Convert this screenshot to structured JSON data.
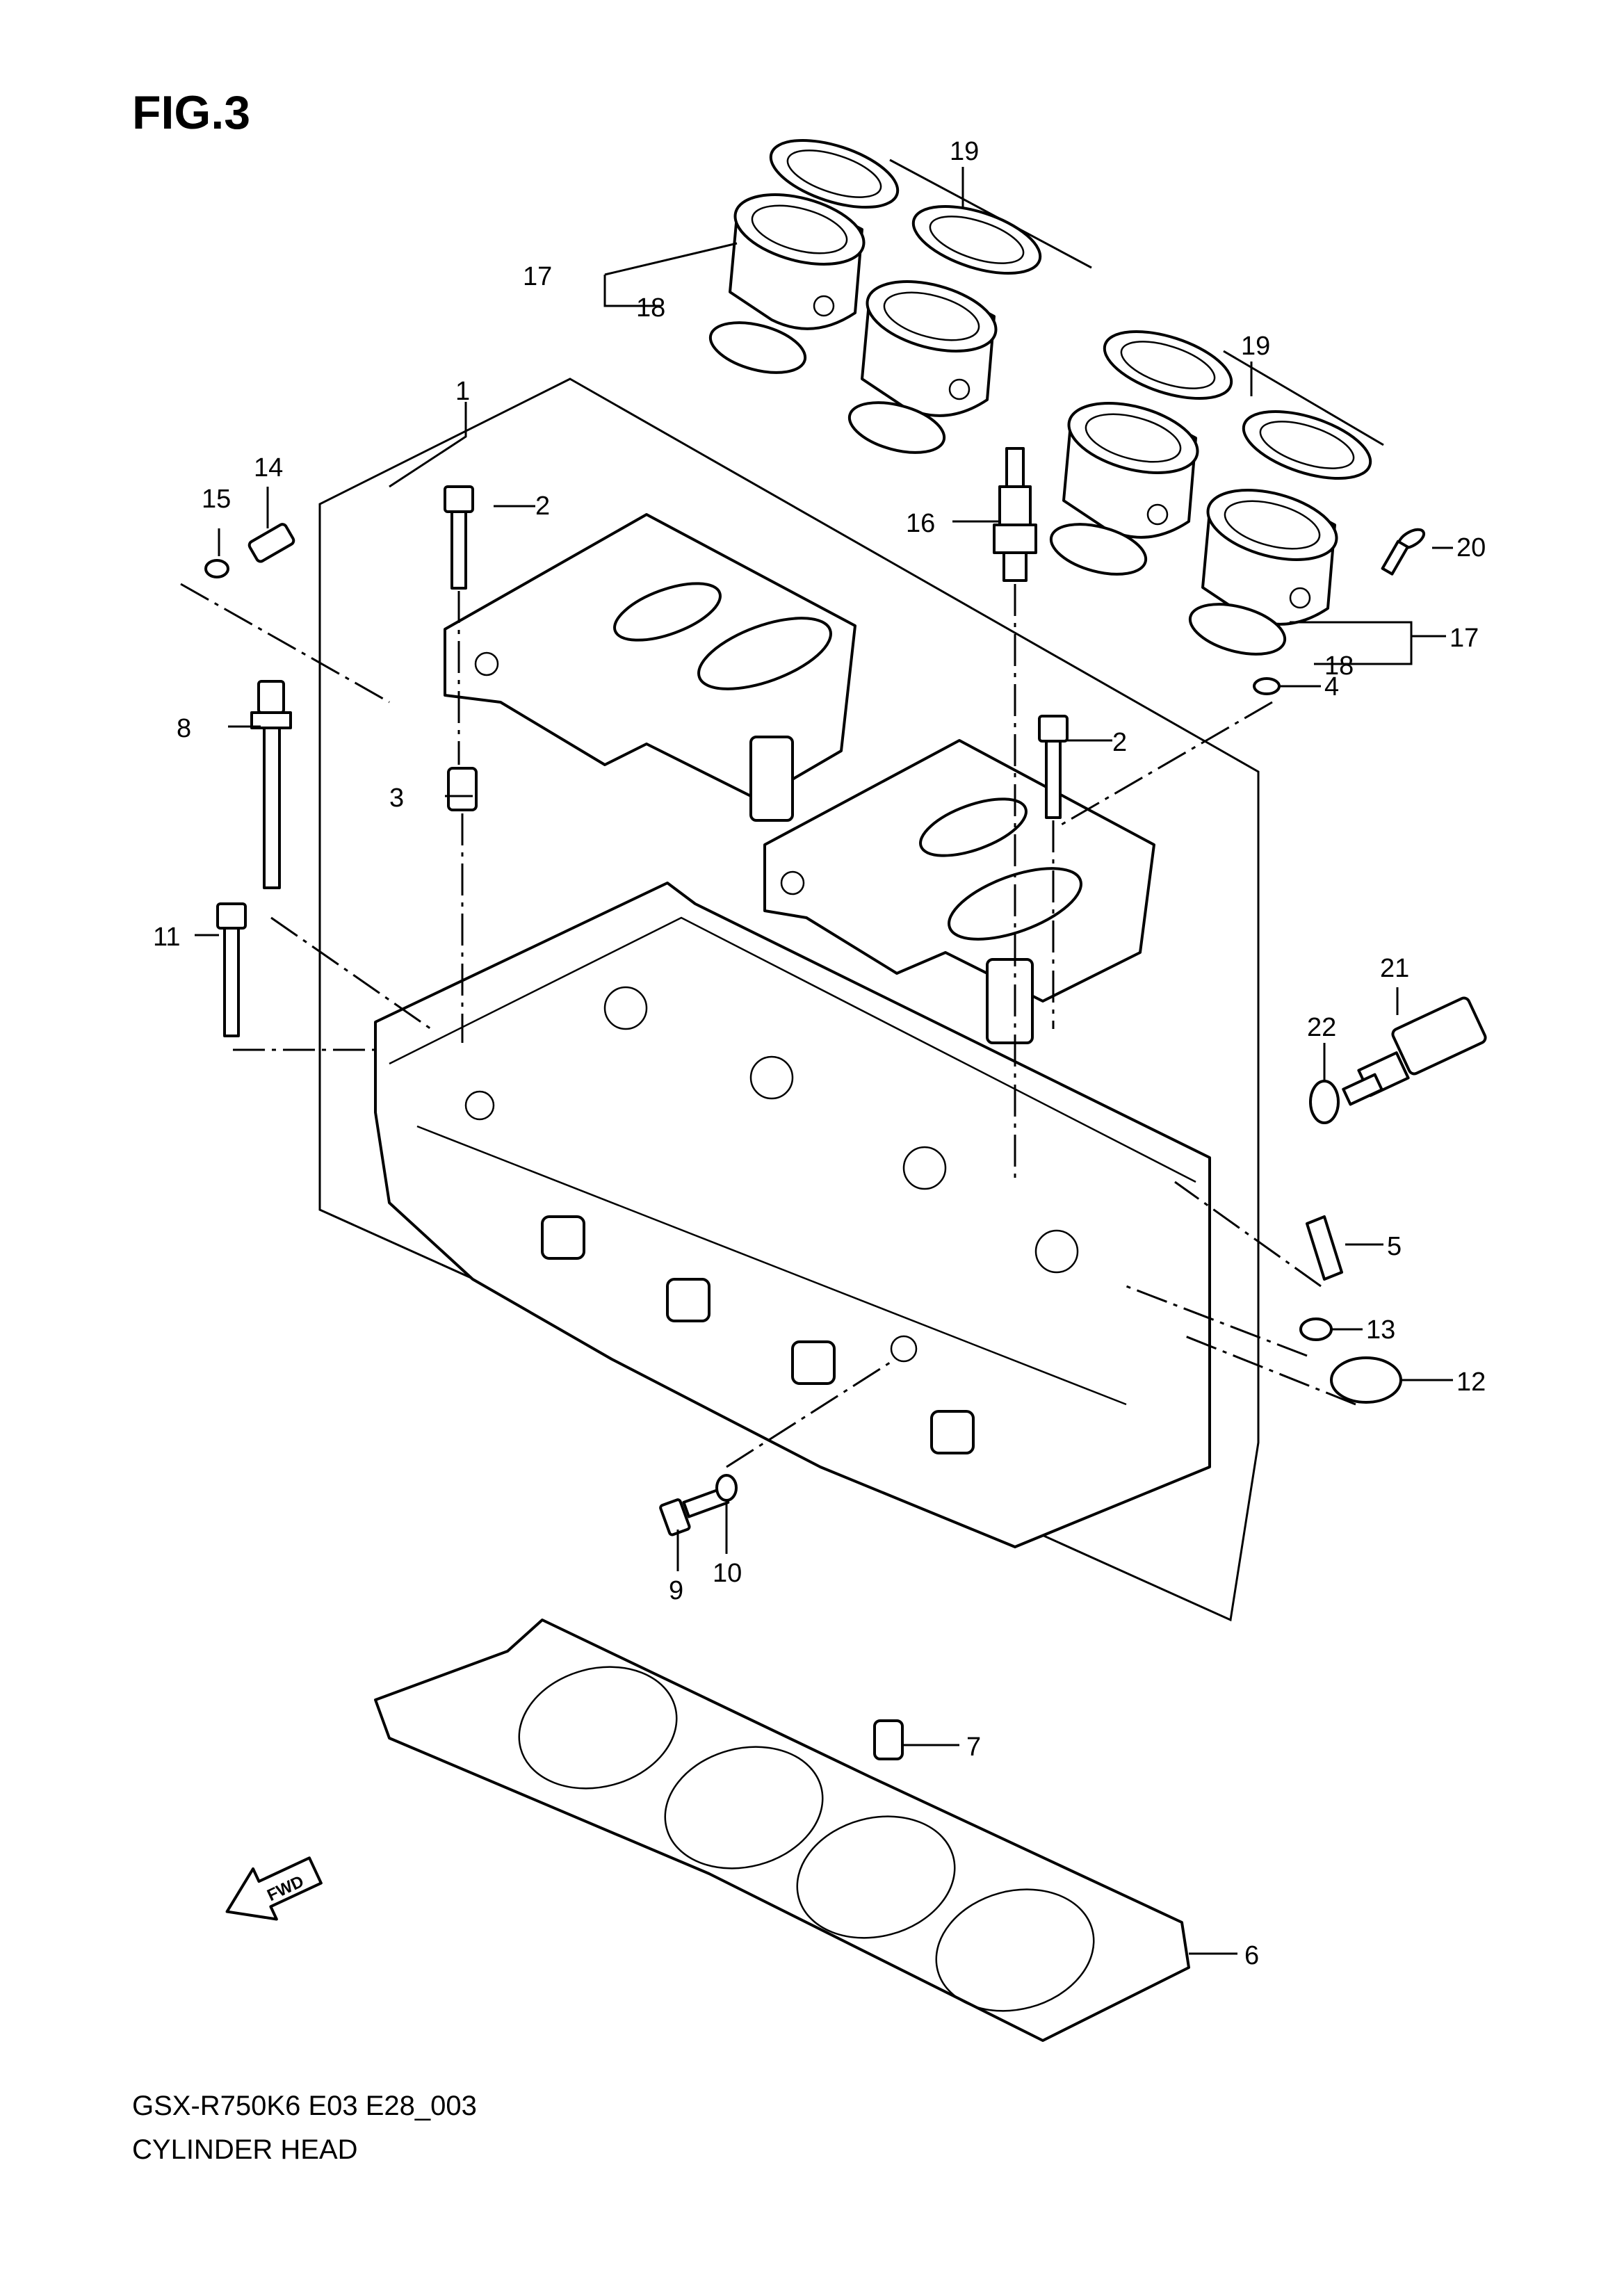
{
  "figure": {
    "title": "FIG.3"
  },
  "footer": {
    "model_code": "GSX-R750K6 E03 E28_003",
    "caption": "CYLINDER HEAD"
  },
  "fwd_arrow": {
    "label": "FWD"
  },
  "callouts": {
    "c1": "1",
    "c2a": "2",
    "c2b": "2",
    "c3": "3",
    "c4": "4",
    "c5": "5",
    "c6": "6",
    "c7": "7",
    "c8": "8",
    "c9": "9",
    "c10": "10",
    "c11": "11",
    "c12": "12",
    "c13": "13",
    "c14": "14",
    "c15": "15",
    "c16": "16",
    "c17a": "17",
    "c17b": "17",
    "c18a": "18",
    "c18b": "18",
    "c19a": "19",
    "c19b": "19",
    "c20": "20",
    "c21": "21",
    "c22": "22"
  },
  "icons": {
    "fwd": "fwd-arrow-icon",
    "watermark": "watermark-logo-icon"
  }
}
